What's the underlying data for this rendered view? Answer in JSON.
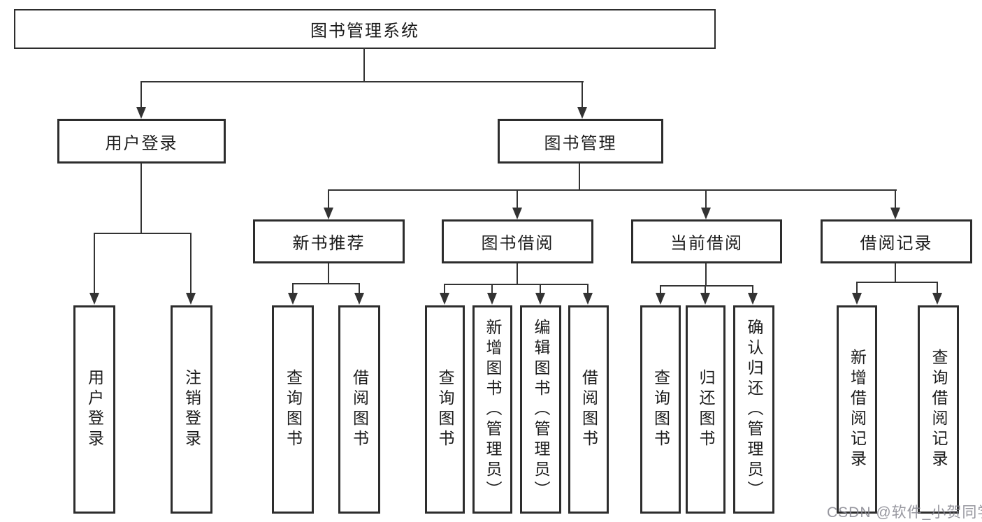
{
  "root": {
    "label": "图书管理系统"
  },
  "level2": {
    "user_login": {
      "label": "用户登录"
    },
    "book_management": {
      "label": "图书管理"
    }
  },
  "level3": {
    "new_book_recommend": {
      "label": "新书推荐"
    },
    "book_borrow": {
      "label": "图书借阅"
    },
    "current_borrow": {
      "label": "当前借阅"
    },
    "borrow_records": {
      "label": "借阅记录"
    }
  },
  "leaves": {
    "user_login": {
      "label": "用户登录"
    },
    "logout": {
      "label": "注销登录"
    },
    "recommend_query_books": {
      "label": "查询图书"
    },
    "recommend_borrow_books": {
      "label": "借阅图书"
    },
    "borrow_query_books": {
      "label": "查询图书"
    },
    "add_books_admin": {
      "label": "新增图书（管理员）"
    },
    "edit_books_admin": {
      "label": "编辑图书（管理员）"
    },
    "borrow_books": {
      "label": "借阅图书"
    },
    "current_query_books": {
      "label": "查询图书"
    },
    "return_books": {
      "label": "归还图书"
    },
    "confirm_return_admin": {
      "label": "确认归还（管理员）"
    },
    "add_borrow_record": {
      "label": "新增借阅记录"
    },
    "query_borrow_record": {
      "label": "查询借阅记录"
    }
  },
  "watermark": "CSDN @软件_小贺同学",
  "colors": {
    "line": "#333333",
    "box_border": "#2d2d2d",
    "text": "#1b1b1b",
    "watermark": "#85858e",
    "background": "#ffffff"
  }
}
